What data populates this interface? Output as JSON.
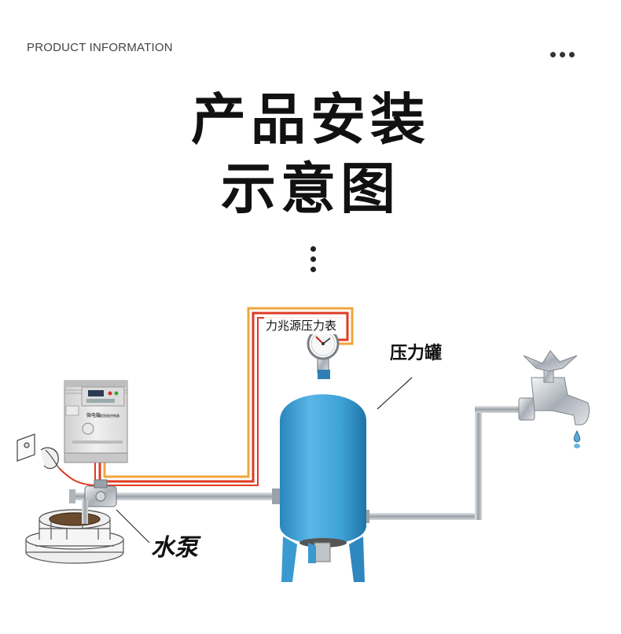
{
  "header": {
    "section_label": "PRODUCT INFORMATION",
    "menu_icon": "more-horizontal-icon"
  },
  "title": {
    "line1": "产品安装",
    "line2": "示意图",
    "scroll_icon": "more-vertical-icon"
  },
  "diagram": {
    "labels": {
      "pressure_gauge": "力兆源压力表",
      "pressure_tank": "压力罐",
      "water_pump": "水泵"
    },
    "controller": {
      "brand_text": "微电脑",
      "subtitle_text": "远程智能控制器"
    },
    "colors": {
      "tank": "#3fa3d8",
      "pipe": "#b9bec4",
      "wire_red": "#e03a22",
      "wire_orange": "#f2a43c"
    }
  }
}
